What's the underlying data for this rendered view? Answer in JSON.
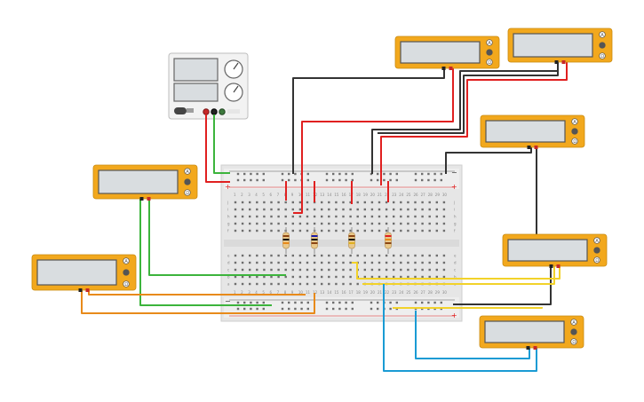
{
  "app": {
    "canvas_background": "#ffffff"
  },
  "power_supply": {
    "brand_label": "",
    "knobs": [
      "voltage-knob",
      "current-knob"
    ]
  },
  "multimeters": [
    {
      "id": "mm-top-center",
      "mode_labels": [
        "A",
        "V",
        "Ω"
      ]
    },
    {
      "id": "mm-top-right",
      "mode_labels": [
        "A",
        "V",
        "Ω"
      ]
    },
    {
      "id": "mm-right-upper",
      "mode_labels": [
        "A",
        "V",
        "Ω"
      ]
    },
    {
      "id": "mm-left-upper",
      "mode_labels": [
        "A",
        "V",
        "Ω"
      ]
    },
    {
      "id": "mm-left-lower",
      "mode_labels": [
        "A",
        "V",
        "Ω"
      ]
    },
    {
      "id": "mm-right-middle",
      "mode_labels": [
        "A",
        "V",
        "Ω"
      ]
    },
    {
      "id": "mm-right-lower",
      "mode_labels": [
        "A",
        "V",
        "Ω"
      ]
    }
  ],
  "breadboard": {
    "rail_plus": "+",
    "rail_minus": "−",
    "column_numbers": [
      "1",
      "2",
      "3",
      "4",
      "5",
      "6",
      "7",
      "8",
      "9",
      "10",
      "11",
      "12",
      "13",
      "14",
      "15",
      "16",
      "17",
      "18",
      "19",
      "20",
      "21",
      "22",
      "23",
      "24",
      "25",
      "26",
      "27",
      "28",
      "29",
      "30"
    ],
    "row_letters_top": [
      "j",
      "i",
      "h",
      "g",
      "f"
    ],
    "row_letters_bottom": [
      "e",
      "d",
      "c",
      "b",
      "a"
    ]
  },
  "colors": {
    "multimeter_body": "#f2a81d",
    "multimeter_screen": "#d9dde0",
    "wire_red": "#e02020",
    "wire_black": "#333333",
    "wire_green": "#3cb43c",
    "wire_orange": "#e88a1a",
    "wire_yellow": "#f2d22a",
    "wire_blue": "#1a9bd4"
  },
  "resistors": [
    {
      "id": "r1",
      "bands": [
        "#8b4513",
        "#111111",
        "#e88a1a"
      ]
    },
    {
      "id": "r2",
      "bands": [
        "#1a1aa8",
        "#111111",
        "#8b4513"
      ]
    },
    {
      "id": "r3",
      "bands": [
        "#8b4513",
        "#111111",
        "#e0b020"
      ]
    },
    {
      "id": "r4",
      "bands": [
        "#e02020",
        "#e88a1a",
        "#8b4513"
      ]
    }
  ]
}
